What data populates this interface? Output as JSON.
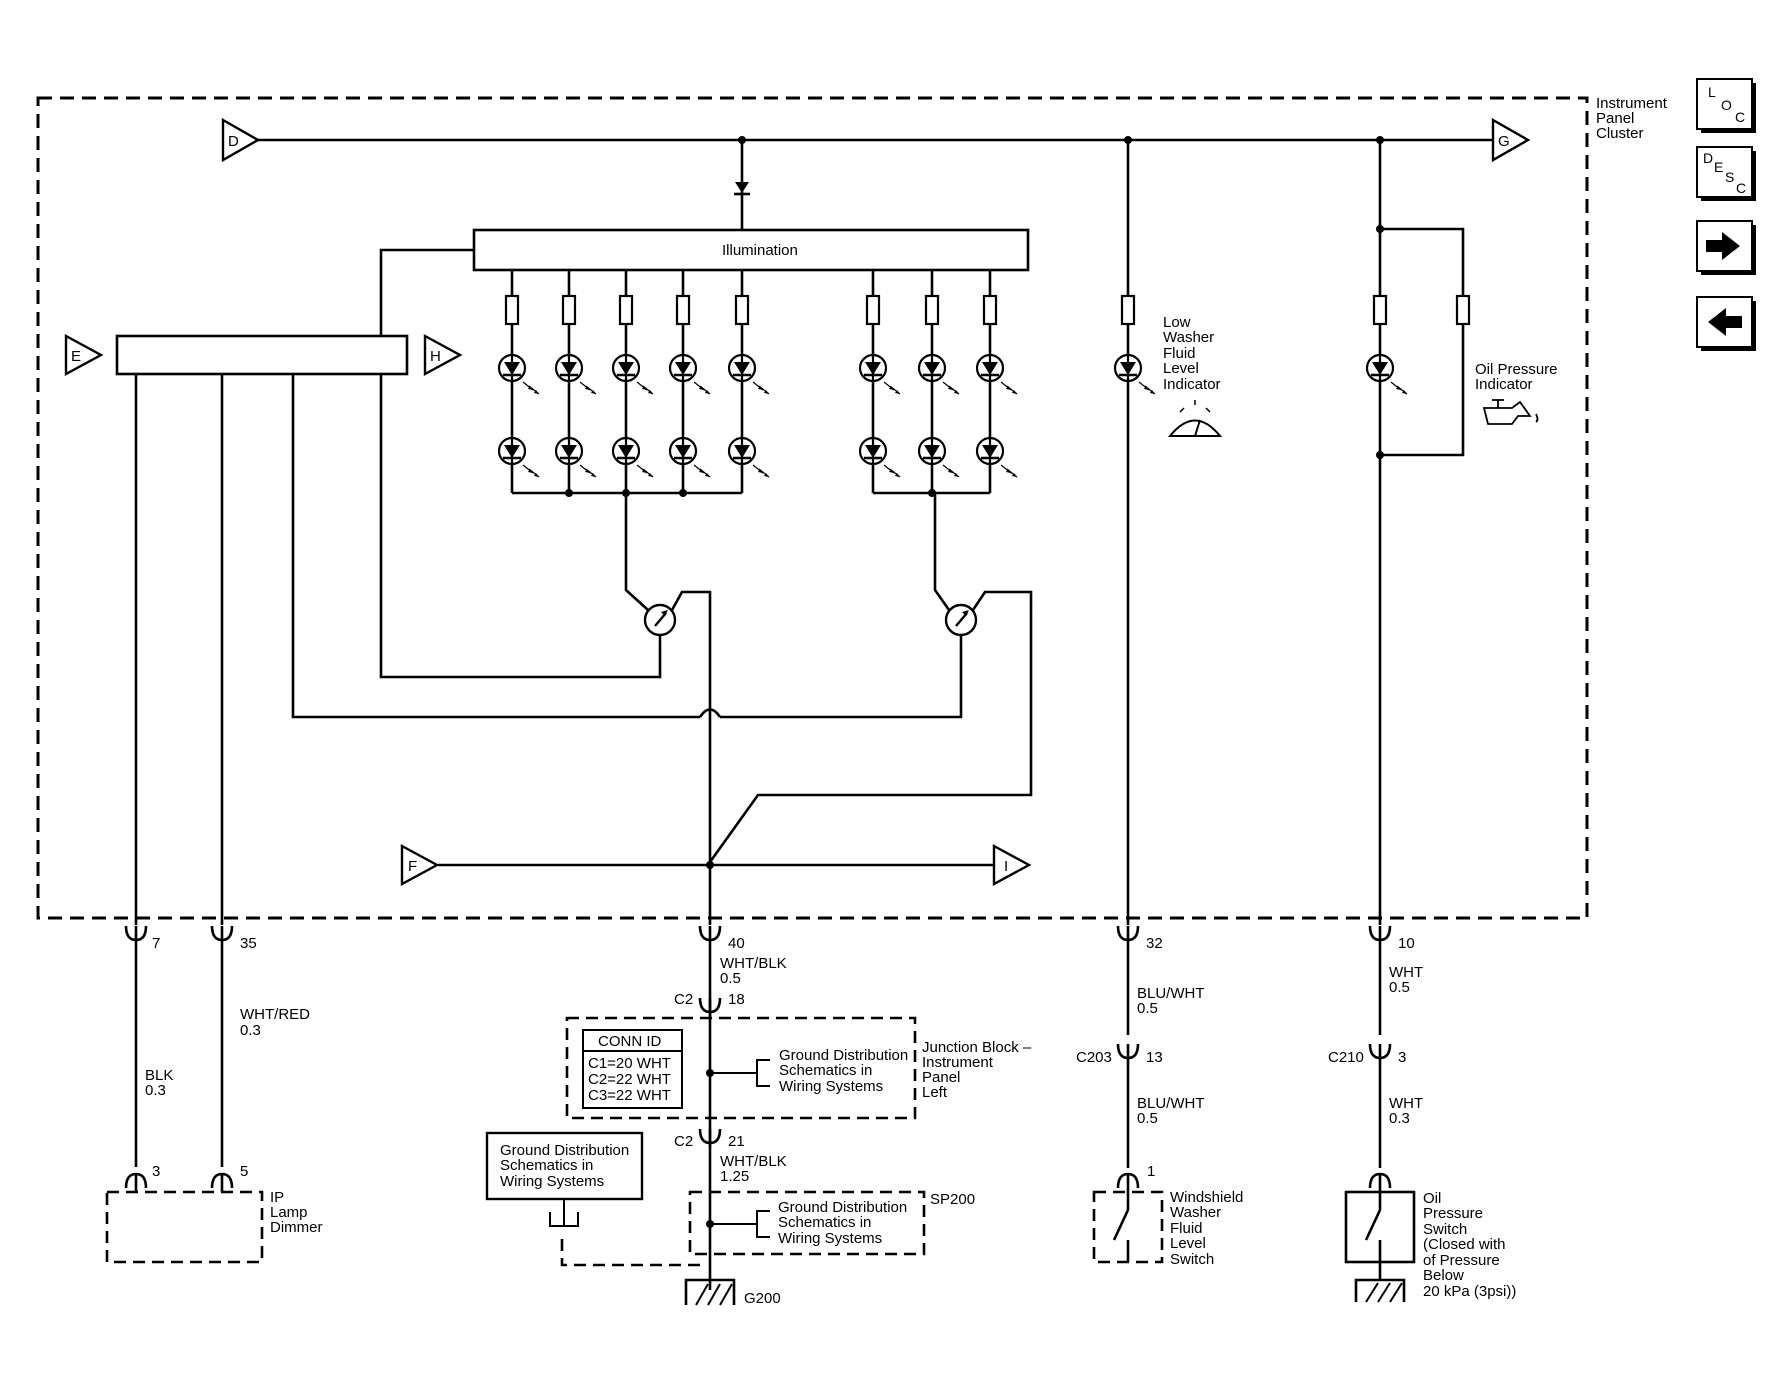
{
  "nav": {
    "loc_label": [
      "L",
      "O",
      "C"
    ],
    "desc_label": [
      "D",
      "E",
      "S",
      "C"
    ],
    "next_icon": "arrow-right-icon",
    "prev_icon": "arrow-left-icon"
  },
  "cluster": {
    "title": [
      "Instrument",
      "Panel",
      "Cluster"
    ],
    "illumination_label": "Illumination",
    "low_washer_label": [
      "Low",
      "Washer",
      "Fluid",
      "Level",
      "Indicator"
    ],
    "oil_pressure_label": [
      "Oil Pressure",
      "Indicator"
    ]
  },
  "connectors": {
    "D": "D",
    "E": "E",
    "F": "F",
    "G": "G",
    "H": "H",
    "I": "I"
  },
  "pins": {
    "p7": "7",
    "p35": "35",
    "p40": "40",
    "p32": "32",
    "p10": "10",
    "p3": "3",
    "p5": "5",
    "c2_18": "18",
    "c2_21": "21",
    "c203_13": "13",
    "c210_3": "3",
    "sw_1": "1"
  },
  "connector_ids": {
    "c2_top": "C2",
    "c2_bot": "C2",
    "c203": "C203",
    "c210": "C210"
  },
  "wires": {
    "blk": [
      "BLK",
      "0.3"
    ],
    "wht_red": [
      "WHT/RED",
      "0.3"
    ],
    "wht_blk_top": [
      "WHT/BLK",
      "0.5"
    ],
    "wht_blk_bot": [
      "WHT/BLK",
      "1.25"
    ],
    "blu_wht_top": [
      "BLU/WHT",
      "0.5"
    ],
    "blu_wht_bot": [
      "BLU/WHT",
      "0.5"
    ],
    "wht_top": [
      "WHT",
      "0.5"
    ],
    "wht_bot": [
      "WHT",
      "0.3"
    ]
  },
  "components": {
    "ip_lamp_dimmer": [
      "IP",
      "Lamp",
      "Dimmer"
    ],
    "junction_block": [
      "Junction Block –",
      "Instrument",
      "Panel",
      "Left"
    ],
    "conn_id_header": "CONN ID",
    "conn_id_rows": [
      "C1=20 WHT",
      "C2=22 WHT",
      "C3=22 WHT"
    ],
    "ground_dist_1": [
      "Ground Distribution",
      "Schematics in",
      "Wiring Systems"
    ],
    "ground_dist_2": [
      "Ground Distribution",
      "Schematics in",
      "Wiring Systems"
    ],
    "ground_dist_3": [
      "Ground Distribution",
      "Schematics in",
      "Wiring Systems"
    ],
    "sp200": "SP200",
    "g200": "G200",
    "washer_switch": [
      "Windshield",
      "Washer",
      "Fluid",
      "Level",
      "Switch"
    ],
    "oil_switch": [
      "Oil",
      "Pressure",
      "Switch",
      "(Closed with",
      "of Pressure",
      "Below",
      "20 kPa (3psi))"
    ]
  }
}
